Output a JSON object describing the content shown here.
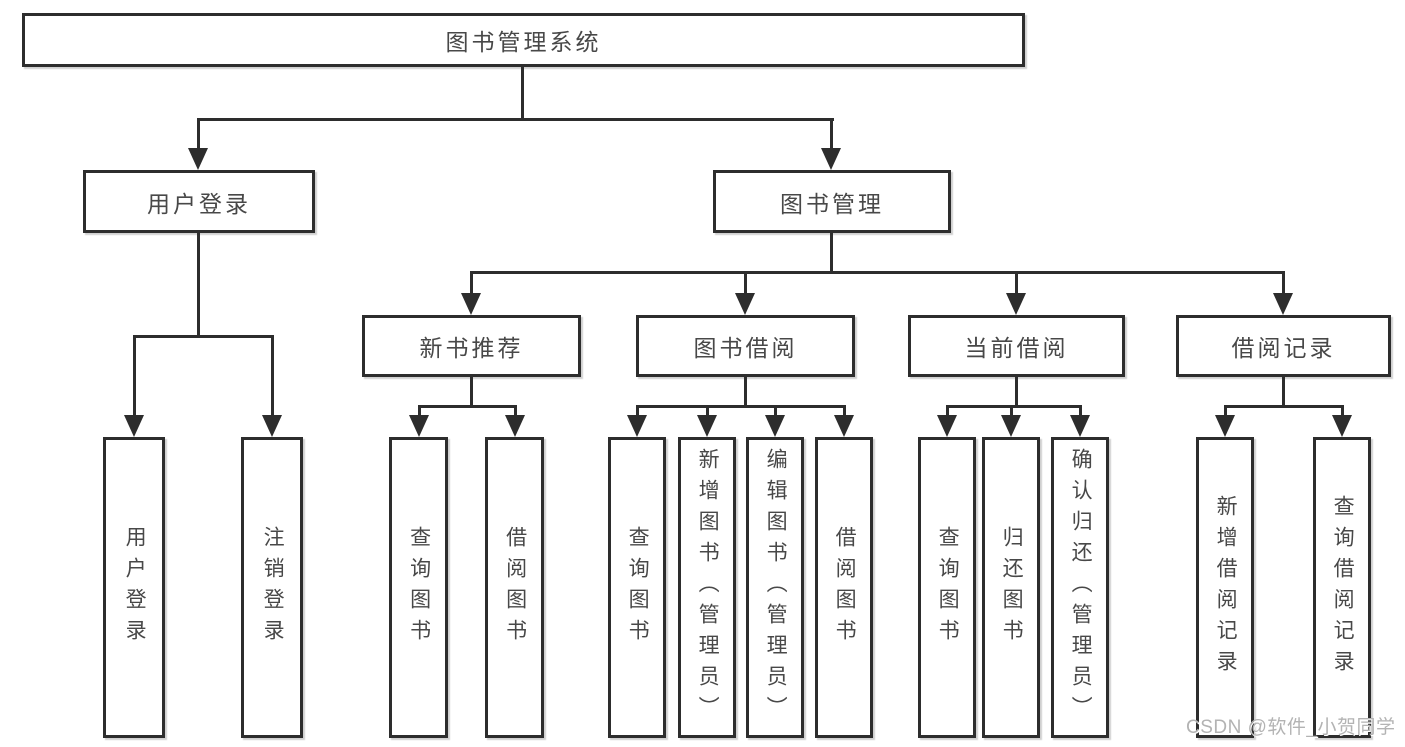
{
  "diagram": {
    "root": "图书管理系统",
    "branches": [
      {
        "label": "用户登录",
        "leaves": [
          "用户登录",
          "注销登录"
        ]
      },
      {
        "label": "图书管理",
        "groups": [
          {
            "label": "新书推荐",
            "leaves": [
              "查询图书",
              "借阅图书"
            ]
          },
          {
            "label": "图书借阅",
            "leaves": [
              "查询图书",
              "新增图书（管理员）",
              "编辑图书（管理员）",
              "借阅图书"
            ]
          },
          {
            "label": "当前借阅",
            "leaves": [
              "查询图书",
              "归还图书",
              "确认归还（管理员）"
            ]
          },
          {
            "label": "借阅记录",
            "leaves": [
              "新增借阅记录",
              "查询借阅记录"
            ]
          }
        ]
      }
    ]
  },
  "watermark": "CSDN @软件_小贺同学",
  "colors": {
    "line": "#2d2d2d",
    "text": "#484848",
    "background": "#ffffff",
    "watermark": "#b3b3b3"
  }
}
